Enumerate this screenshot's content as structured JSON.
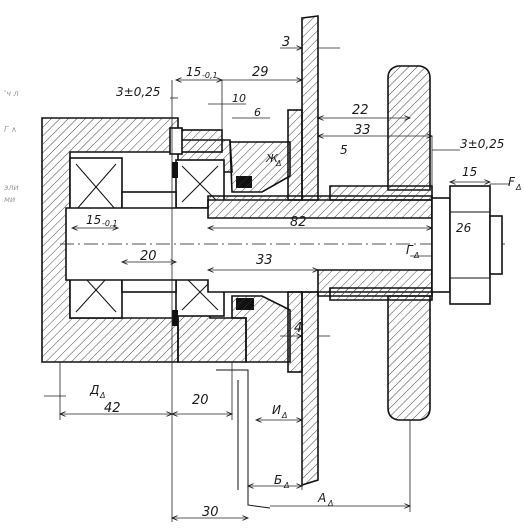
{
  "drawing": {
    "labels": {
      "d_3_top": "3",
      "d_15_01_top": "15",
      "d_15_01_top_sub": "-0,1",
      "d_29": "29",
      "d_3_025_left": "3±0,25",
      "d_10": "10",
      "d_6": "6",
      "d_22": "22",
      "d_33_top": "33",
      "d_3_025_right": "3±0,25",
      "d_15_right": "15",
      "F_delta": "F",
      "F_delta_sub": "Δ",
      "Zh_delta": "Ж",
      "Zh_delta_sub": "Δ",
      "d_5": "5",
      "d_82": "82",
      "d_15_01_inner": "15",
      "d_15_01_inner_sub": "-0,1",
      "d_20_inner": "20",
      "d_26": "26",
      "G_delta": "Г",
      "G_delta_sub": "Δ",
      "d_33_mid": "33",
      "d_4": "4",
      "D_delta": "Д",
      "D_delta_sub": "Δ",
      "d_42": "42",
      "d_20_bottom": "20",
      "I_delta": "И",
      "I_delta_sub": "Δ",
      "B_delta": "Б",
      "B_delta_sub": "Δ",
      "A_delta": "А",
      "A_delta_sub": "Δ",
      "d_30": "30"
    },
    "margin_text": [
      "'ч л",
      "Γ ∧",
      "эли",
      "ми"
    ],
    "colors": {
      "ink": "#1a1a1a",
      "paper": "#ffffff",
      "seal": "#111111"
    }
  }
}
